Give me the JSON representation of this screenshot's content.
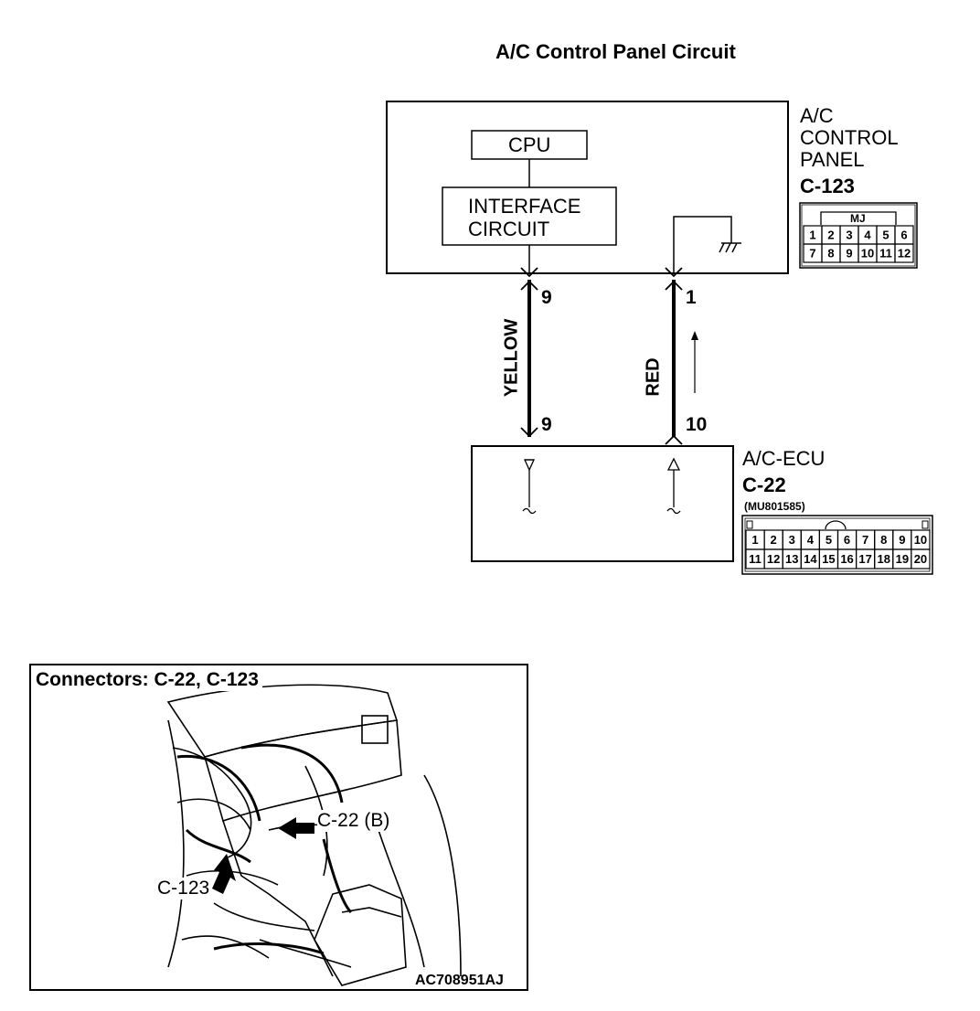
{
  "title": "A/C Control Panel Circuit",
  "control_panel": {
    "name_lines": [
      "A/C",
      "CONTROL",
      "PANEL"
    ],
    "connector_id": "C-123",
    "connector_tag": "MJ",
    "pins_top": [
      "1",
      "2",
      "3",
      "4",
      "5",
      "6"
    ],
    "pins_bottom": [
      "7",
      "8",
      "9",
      "10",
      "11",
      "12"
    ],
    "blocks": {
      "cpu": "CPU",
      "interface_line1": "INTERFACE",
      "interface_line2": "CIRCUIT"
    }
  },
  "ecu": {
    "name": "A/C-ECU",
    "connector_id": "C-22",
    "part_number": "(MU801585)",
    "pins_top": [
      "1",
      "2",
      "3",
      "4",
      "5",
      "6",
      "7",
      "8",
      "9",
      "10"
    ],
    "pins_bottom": [
      "11",
      "12",
      "13",
      "14",
      "15",
      "16",
      "17",
      "18",
      "19",
      "20"
    ]
  },
  "wires": [
    {
      "color_label": "YELLOW",
      "panel_pin": "9",
      "ecu_pin": "9"
    },
    {
      "color_label": "RED",
      "panel_pin": "1",
      "ecu_pin": "10"
    }
  ],
  "photo": {
    "heading": "Connectors: C-22, C-123",
    "callout_c22": "C-22 (B)",
    "callout_c123": "C-123",
    "figure_code": "AC708951AJ"
  }
}
